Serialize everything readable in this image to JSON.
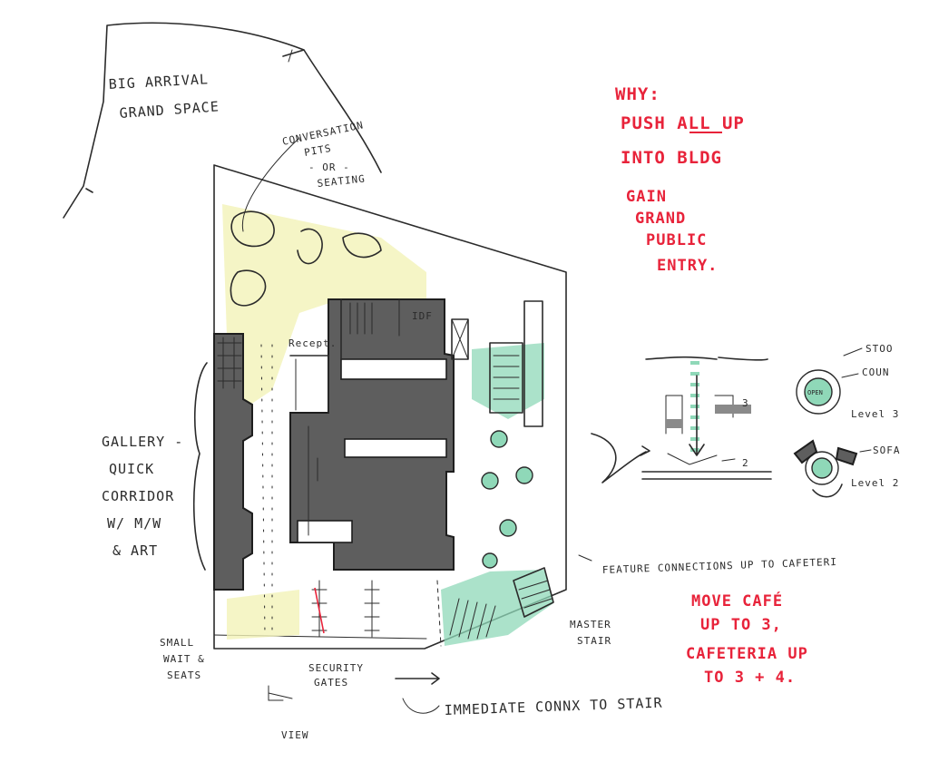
{
  "labels": {
    "arrival_1": "BIG ARRIVAL",
    "arrival_2": "GRAND SPACE",
    "pits_1": "CONVERSATION",
    "pits_2": "PITS",
    "pits_3": "- OR -",
    "pits_4": "SEATING",
    "recept": "Recept.",
    "idf": "IDF",
    "gallery_1": "GALLERY -",
    "gallery_2": "QUICK",
    "gallery_3": "CORRIDOR",
    "gallery_4": "W/ M/W",
    "gallery_5": "& ART",
    "wait_1": "SMALL",
    "wait_2": "WAIT &",
    "wait_3": "SEATS",
    "security_1": "SECURITY",
    "security_2": "GATES",
    "view": "VIEW",
    "immediate": "IMMEDIATE CONNX TO STAIR",
    "master_1": "MASTER",
    "master_2": "STAIR",
    "feature": "FEATURE CONNECTIONS UP TO CAFETERI",
    "sec_level3": "3",
    "sec_level2": "2",
    "plan_top_1": "STOO",
    "plan_top_2": "COUN",
    "plan_top_3": "Level 3",
    "plan_bot_1": "SOFA",
    "plan_bot_2": "Level 2",
    "plan_top_center": "OPEN"
  },
  "notes": {
    "why_1": "WHY:",
    "why_2": "PUSH ALL UP",
    "why_3": "INTO BLDG",
    "gain_1": "GAIN",
    "gain_2": "GRAND",
    "gain_3": "PUBLIC",
    "gain_4": "ENTRY.",
    "move_1": "MOVE CAFÉ",
    "move_2": "UP TO 3,",
    "move_3": "CAFETERIA UP",
    "move_4": "TO 3 + 4."
  },
  "colors": {
    "ink": "#2b2b2b",
    "note_red": "#e8233a",
    "mass_gray": "#5e5e5e",
    "accent_green": "#8fd8b8",
    "accent_yellow": "#f3f3b8"
  }
}
